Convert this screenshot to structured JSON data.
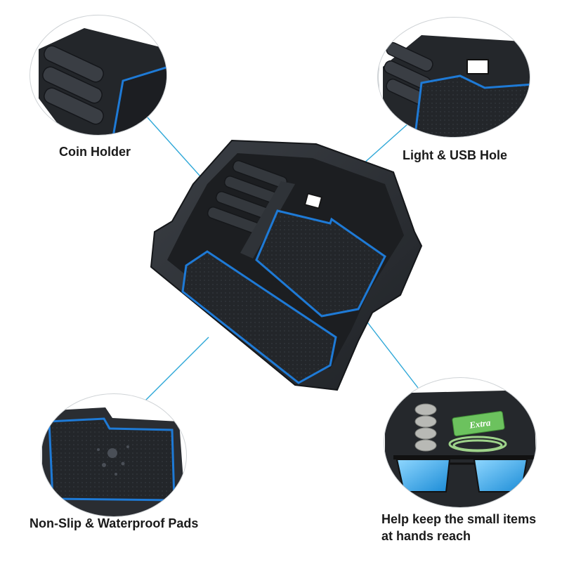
{
  "callouts": {
    "coin_holder": "Coin Holder",
    "light_usb": "Light & USB Hole",
    "pads": "Non-Slip & Waterproof Pads",
    "help_line1": "Help keep the small items",
    "help_line2": "at hands reach"
  },
  "product_label": "Extra",
  "colors": {
    "tray": "#2a2d31",
    "tray_edge": "#3c4045",
    "pad_trim": "#1e7ad6",
    "leader": "#2fa8d8"
  }
}
